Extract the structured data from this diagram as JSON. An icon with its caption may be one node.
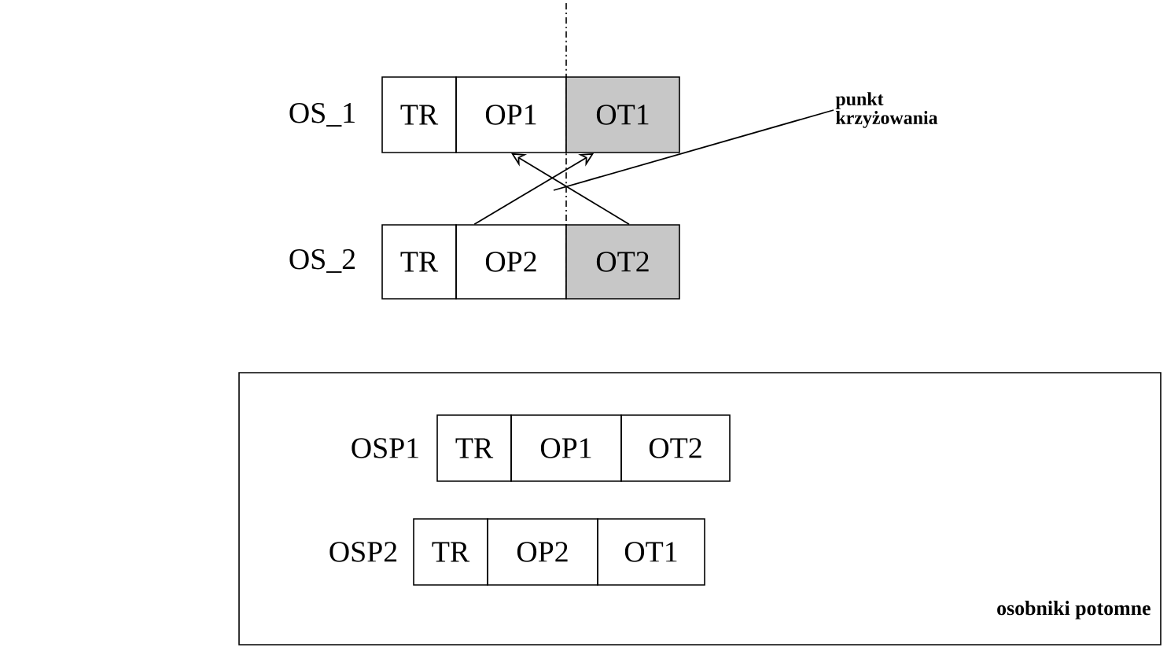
{
  "diagram": {
    "nodes": [
      {
        "text": [
          "TR"
        ]
      },
      {
        "text": [
          "OP1"
        ]
      },
      {
        "text": [
          "OT1"
        ]
      },
      {
        "text": [
          "punkt krzyżowania"
        ]
      },
      {
        "text": [
          "TR"
        ]
      },
      {
        "text": [
          "OP2"
        ]
      },
      {
        "text": [
          "OT2"
        ]
      },
      {
        "text": [
          "osobniki potomne"
        ]
      },
      {
        "text": [
          "TR"
        ],
        "in": 7
      },
      {
        "text": [
          "OP1"
        ],
        "in": 7
      },
      {
        "text": [
          "OT2"
        ],
        "in": 7
      },
      {
        "text": [
          "TR"
        ],
        "in": 7
      },
      {
        "text": [
          "OP2"
        ],
        "in": 7
      },
      {
        "text": [
          "OT1"
        ],
        "in": 7
      }
    ],
    "edges": [
      {
        "from": 5,
        "to": 2,
        "arrow": "to"
      },
      {
        "from": 6,
        "to": 1,
        "arrow": "to"
      },
      {
        "from": 3,
        "to": null,
        "arrow": "none"
      }
    ],
    "labels": [
      "OS_1",
      "OS_2",
      "OSP1",
      "OSP2"
    ]
  }
}
